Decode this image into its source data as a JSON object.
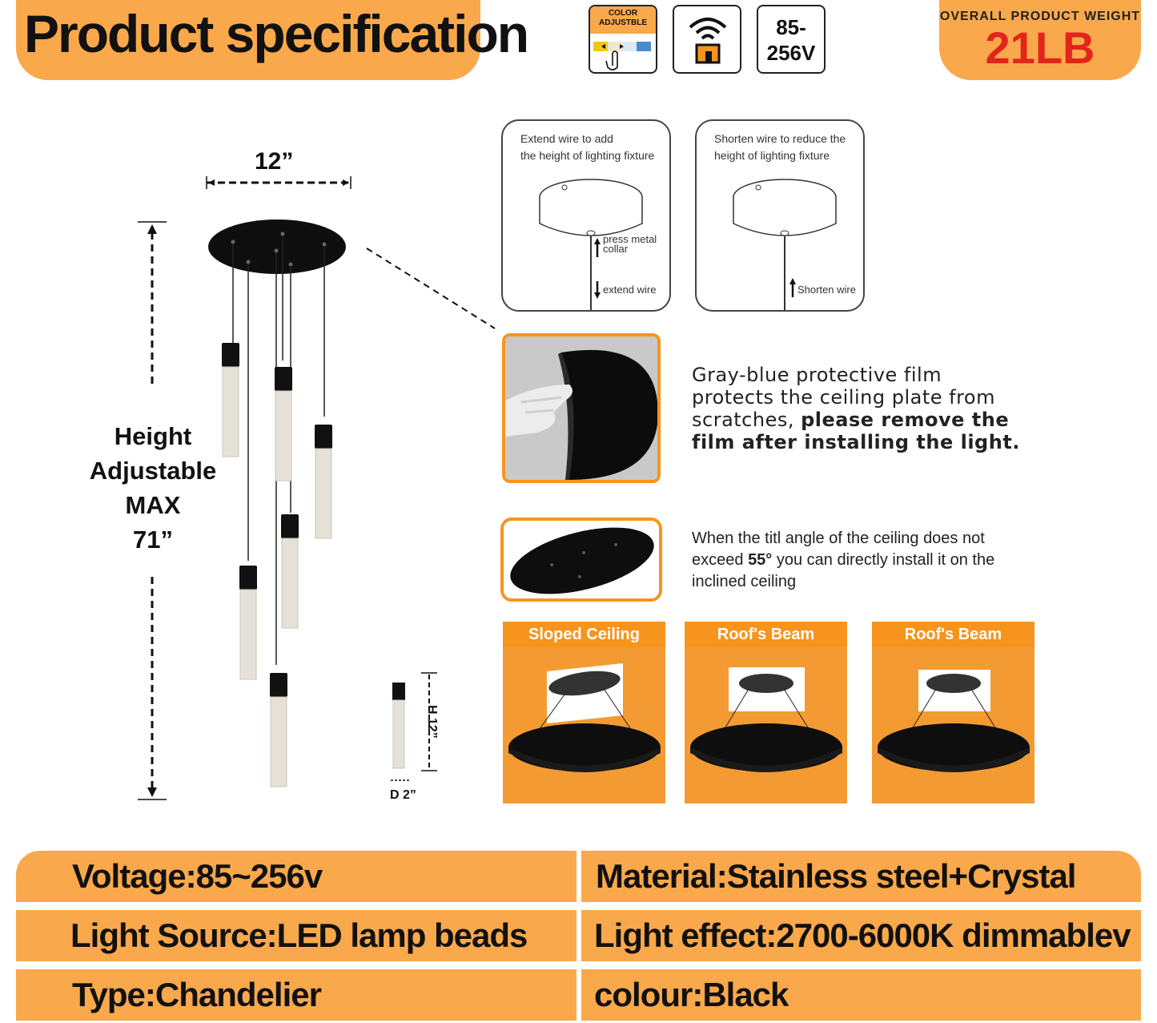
{
  "header": {
    "title": "Product specification",
    "feature_icons": [
      {
        "name": "color-adjustable-icon",
        "label_line1": "COLOR",
        "label_line2": "ADJUSTBLE"
      },
      {
        "name": "wifi-remote-icon"
      },
      {
        "name": "voltage-badge",
        "line1": "85-",
        "line2": "256V"
      }
    ],
    "weight_label": "OVERALL PRODUCT WEIGHT",
    "weight_value": "21LB"
  },
  "dimensions": {
    "width": "12”",
    "height_lines": [
      "Height",
      "Adjustable",
      "MAX",
      "71”"
    ],
    "pendant_height": "H 12”",
    "pendant_diameter": "D 2”"
  },
  "wire_cards": [
    {
      "line1": "Extend wire to add",
      "line2": "the height of lighting fixture",
      "note1": "press metal",
      "note2": "collar",
      "note3": "extend wire"
    },
    {
      "line1": "Shorten wire to reduce the",
      "line2": "height of lighting fixture",
      "note3": "Shorten wire"
    }
  ],
  "film_note": {
    "line1": "Gray-blue protective film",
    "line2": "protects the ceiling plate from",
    "line3_plain": "scratches, ",
    "line3_bold": "please remove the",
    "line4_bold": "film after installing the light."
  },
  "tilt_note": {
    "line1": "When the titl angle of the ceiling does not",
    "line2_pre": "exceed ",
    "line2_bold": "55°",
    "line2_post": " you can directly install it on the",
    "line3": "inclined ceiling"
  },
  "install_options": [
    "Sloped Ceiling",
    "Roof's Beam",
    "Roof's Beam"
  ],
  "specs": {
    "voltage": "Voltage:85~256v",
    "material": "Material:Stainless steel+Crystal",
    "light_source": "Light Source:LED lamp beads",
    "light_effect": "Light effect:2700-6000K dimmablev",
    "type": "Type:Chandelier",
    "colour": "colour:Black"
  },
  "colors": {
    "accent": "#F9A84B",
    "install_orange": "#F7941D",
    "weight_red": "#E3241B"
  }
}
